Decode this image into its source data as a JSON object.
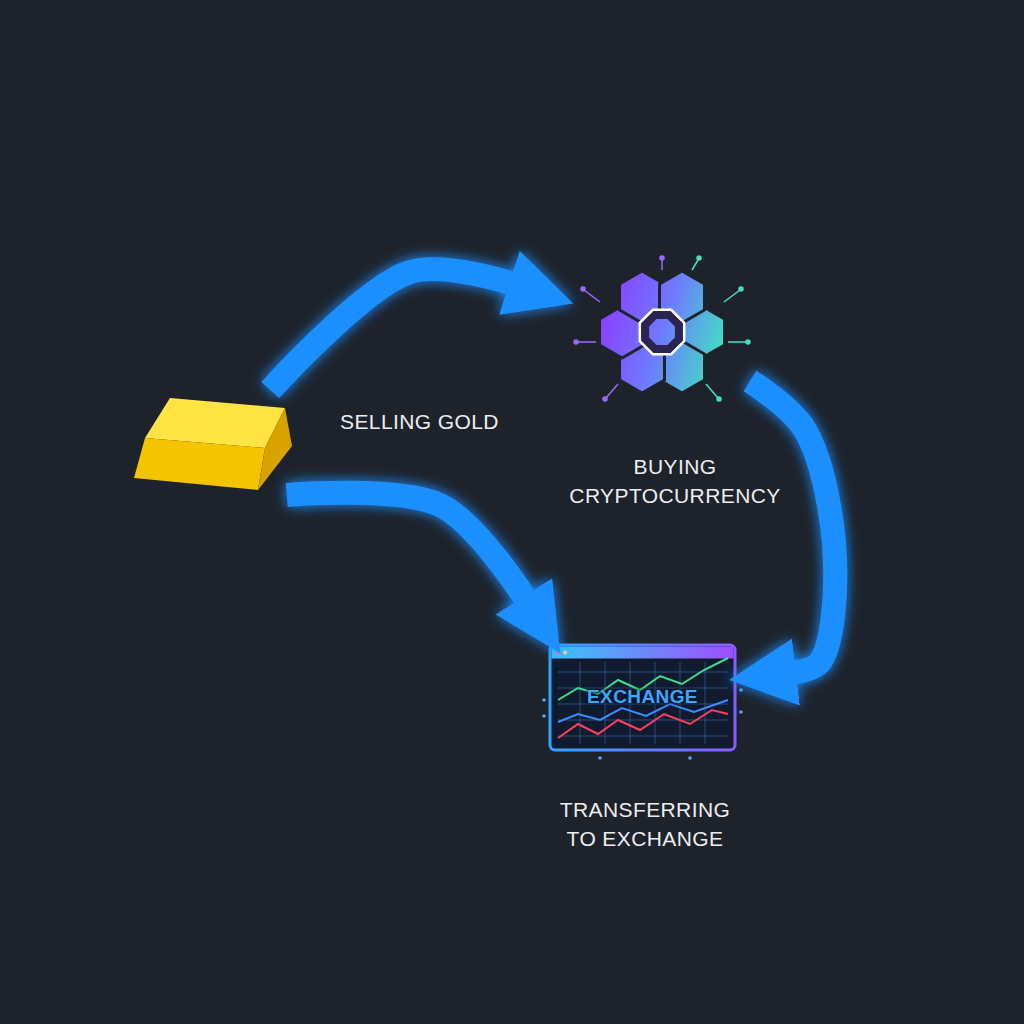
{
  "diagram": {
    "nodes": [
      {
        "text": [
          "SELLING GOLD"
        ]
      },
      {
        "text": [
          "BUYING CRYPTOCURRENCY"
        ]
      },
      {
        "text": [
          "EXCHANGE",
          "TRANSFERRING TO EXCHANGE"
        ]
      }
    ],
    "edges": [
      {
        "from": 0,
        "to": 1,
        "arrow": "to"
      },
      {
        "from": 0,
        "to": 2,
        "arrow": "to"
      },
      {
        "from": 1,
        "to": 2,
        "arrow": "to"
      }
    ]
  }
}
